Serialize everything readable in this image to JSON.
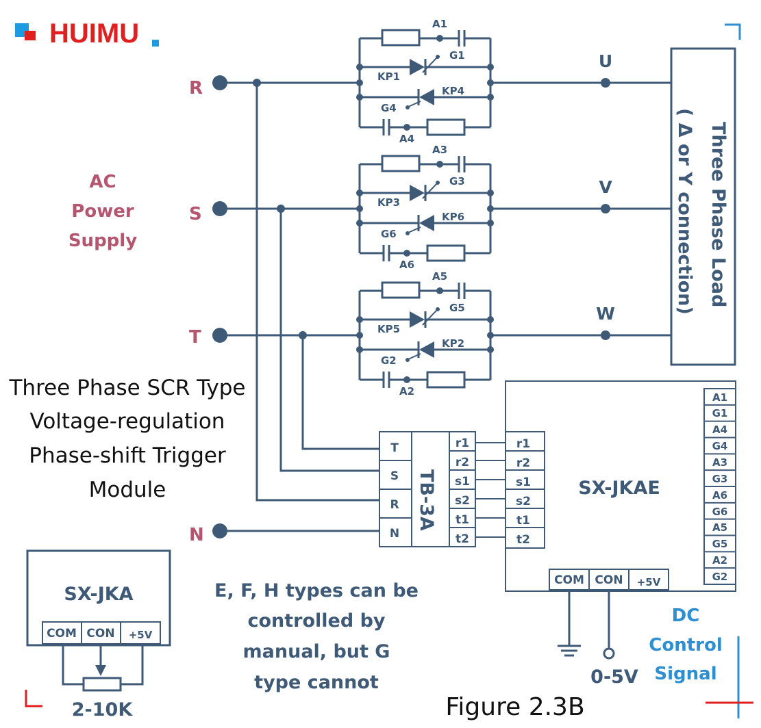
{
  "logo": {
    "text": "HUIMU"
  },
  "phases": [
    "R",
    "S",
    "T",
    "N"
  ],
  "power_supply": {
    "line1": "AC",
    "line2": "Power",
    "line3": "Supply"
  },
  "outputs": [
    "U",
    "V",
    "W"
  ],
  "load": {
    "line1": "Three Phase Load",
    "line2": "( Δ or Y connection)"
  },
  "scr": {
    "r": {
      "a_top": "A1",
      "g_top": "G1",
      "kp_top": "KP1",
      "kp_bot": "KP4",
      "g_bot": "G4",
      "a_bot": "A4"
    },
    "s": {
      "a_top": "A3",
      "g_top": "G3",
      "kp_top": "KP3",
      "kp_bot": "KP6",
      "g_bot": "G6",
      "a_bot": "A6"
    },
    "t": {
      "a_top": "A5",
      "g_top": "G5",
      "kp_top": "KP5",
      "kp_bot": "KP2",
      "g_bot": "G2",
      "a_bot": "A2"
    }
  },
  "module_title": {
    "line1": "Three Phase SCR Type",
    "line2": "Voltage-regulation",
    "line3": "Phase-shift Trigger",
    "line4": "Module"
  },
  "tb3a": {
    "name": "TB-3A",
    "inputs": [
      "T",
      "S",
      "R",
      "N"
    ],
    "outputs": [
      "r1",
      "r2",
      "s1",
      "s2",
      "t1",
      "t2"
    ]
  },
  "sxjkae": {
    "name": "SX-JKAE",
    "inputs": [
      "r1",
      "r2",
      "s1",
      "s2",
      "t1",
      "t2"
    ],
    "gate_terminals": [
      "A1",
      "G1",
      "A4",
      "G4",
      "A3",
      "G3",
      "A6",
      "G6",
      "A5",
      "G5",
      "A2",
      "G2"
    ],
    "control_terminals": [
      "COM",
      "CON",
      "+5V"
    ]
  },
  "control_signal": {
    "range": "0-5V",
    "line1": "DC",
    "line2": "Control",
    "line3": "Signal"
  },
  "sxjka": {
    "name": "SX-JKA",
    "terminals": [
      "COM",
      "CON",
      "+5V"
    ],
    "pot": "2-10K"
  },
  "note": {
    "line1": "E, F, H types can be",
    "line2": "controlled by",
    "line3": "manual, but G",
    "line4": "type cannot"
  },
  "figure": "Figure 2.3B",
  "colors": {
    "wire": "#3e5a77",
    "phase_label": "#b4566f",
    "accent_blue": "#2d8fd2",
    "brand_red": "#e02020",
    "brand_blue": "#1e9be0"
  }
}
